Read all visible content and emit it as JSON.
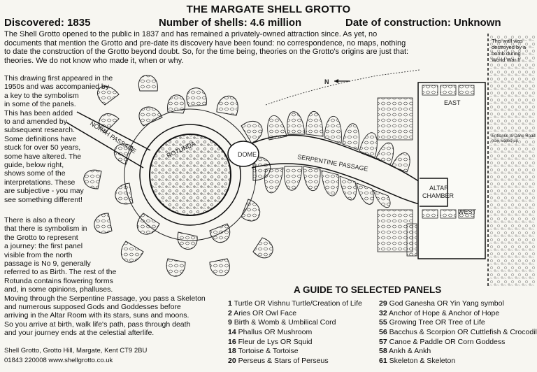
{
  "title": "THE MARGATE SHELL GROTTO",
  "facts": {
    "discovered": "Discovered: 1835",
    "shells": "Number of shells: 4.6 million",
    "construction": "Date of construction: Unknown"
  },
  "intro": "The Shell Grotto opened to the public in 1837 and has remained a privately-owned attraction since. As yet, no documents that mention the Grotto and pre-date its discovery have been found: no correspondence, no maps, nothing to date the construction of the Grotto beyond doubt. So, for the time being, theories on the Grotto's origins are just that: theories. We do not know who made it, when or why.",
  "side_lines_1": [
    "This drawing first appeared in the",
    "1950s and was accompanied by",
    "a key to the symbolism",
    "in some of the panels.",
    "This has been added",
    "to and amended by",
    "subsequent research.",
    "Some definitions have",
    "stuck for over 50 years,",
    "some have altered. The",
    "guide, below right,",
    "shows some of the",
    "interpretations. These",
    "are subjective - you may",
    "see something different!"
  ],
  "side_lines_2": [
    "There is also a theory",
    "that there is symbolism in",
    "the Grotto to represent",
    "a journey: the first panel",
    "visible from the north",
    "passage is No 9, generally",
    "referred to as Birth. The rest of the",
    "Rotunda contains flowering forms",
    "and, in some opinions, phalluses.",
    "Moving through the Serpentine Passage, you pass a Skeleton",
    "and numerous supposed Gods and Goddesses before",
    "arriving in the Altar Room with its stars, suns and moons.",
    "So you arrive at birth, walk life's path, pass through death",
    "and your journey ends at the celestial afterlife."
  ],
  "address": {
    "line1": "Shell Grotto, Grotto Hill, Margate, Kent CT9 2BU",
    "line2": "01843 220008    www.shellgrotto.co.uk"
  },
  "wall_note": [
    "This wall was",
    "destroyed by a",
    "bomb during",
    "World War II"
  ],
  "map_labels": {
    "north_passage": "NORTH PASSAGE",
    "rotunda": "ROTUNDA",
    "dome": "DOME",
    "serpentine": "SERPENTINE PASSAGE",
    "altar_chamber_1": "ALTAR",
    "altar_chamber_2": "CHAMBER",
    "east": "EAST",
    "west": "WEST",
    "north": "N",
    "entrance_note_1": "Entrance to Dane Road",
    "entrance_note_2": "now walled up"
  },
  "guide": {
    "title": "A GUIDE TO SELECTED PANELS",
    "left": [
      {
        "num": "1",
        "text": "Turtle OR Vishnu Turtle/Creation of Life"
      },
      {
        "num": "2",
        "text": "Aries OR Owl Face"
      },
      {
        "num": "9",
        "text": "Birth & Womb & Umbilical Cord"
      },
      {
        "num": "14",
        "text": "Phallus OR Mushroom"
      },
      {
        "num": "16",
        "text": "Fleur de Lys OR Squid"
      },
      {
        "num": "18",
        "text": "Tortoise & Tortoise"
      },
      {
        "num": "20",
        "text": "Perseus & Stars of Perseus"
      }
    ],
    "right": [
      {
        "num": "29",
        "text": "God Ganesha OR Yin Yang symbol"
      },
      {
        "num": "32",
        "text": "Anchor of Hope & Anchor of Hope"
      },
      {
        "num": "55",
        "text": "Growing Tree OR Tree of Life"
      },
      {
        "num": "56",
        "text": "Bacchus & Scorpion OR Cuttlefish & Crocodile"
      },
      {
        "num": "57",
        "text": "Canoe & Paddle OR Corn Goddess"
      },
      {
        "num": "58",
        "text": "Ankh & Ankh"
      },
      {
        "num": "61",
        "text": "Skeleton & Skeleton"
      }
    ]
  },
  "colors": {
    "ink": "#111111",
    "paper": "#f7f6f1"
  }
}
